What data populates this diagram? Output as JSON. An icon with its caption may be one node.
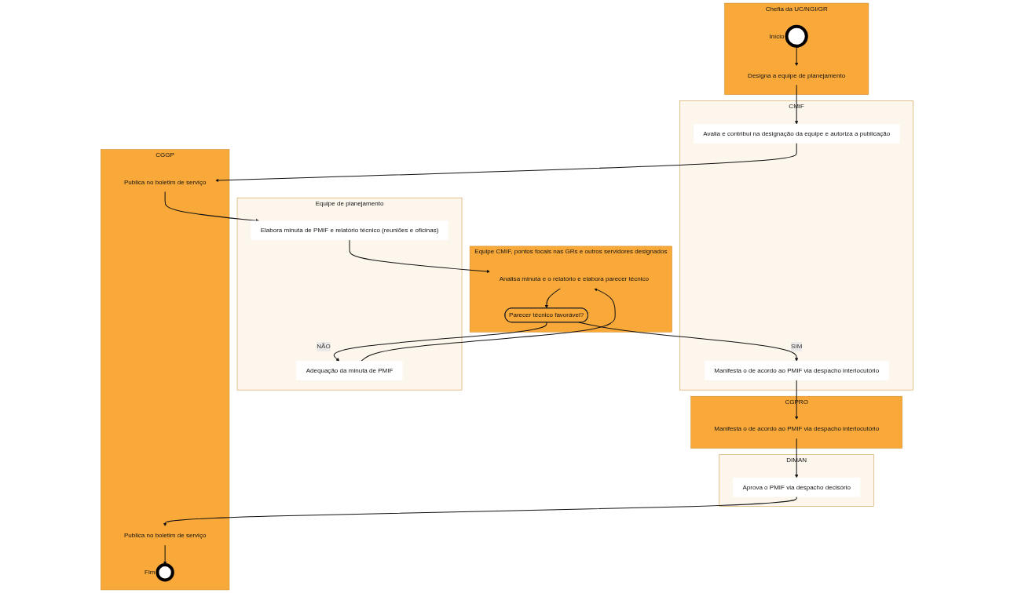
{
  "diagram": {
    "nodes": [
      {
        "text": [
          "Chefia da UC/NGI/GR"
        ]
      },
      {
        "text": [],
        "shape": "circle",
        "beside": [
          "Início"
        ],
        "in": 0
      },
      {
        "text": [
          "Designa a equipe de planejamento"
        ],
        "in": 0
      },
      {
        "text": [
          "Equipe de planejamento"
        ]
      },
      {
        "text": [
          "Elabora minuta de PMIF e relatório técnico (reuniões e oficinas)"
        ],
        "in": 3
      },
      {
        "text": [
          "Adequação da minuta de PMIF"
        ],
        "in": 3
      },
      {
        "text": [
          "Equipe CMIF, pontos focais nas GRs e outros servidores designados"
        ]
      },
      {
        "text": [
          "Analisa minuta e o relatório e elabora parecer técnico"
        ],
        "in": 6
      },
      {
        "text": [
          "Parecer técnico favorável?"
        ],
        "in": 6
      },
      {
        "text": [
          "CMIF"
        ]
      },
      {
        "text": [
          "Avalia e contribui na designação da equipe e autoriza a publicação"
        ],
        "in": 9
      },
      {
        "text": [
          "Manifesta o de acordo ao PMIF via despacho interlocutório"
        ],
        "in": 9
      },
      {
        "text": [
          "CGPRO"
        ]
      },
      {
        "text": [
          "Manifesta o de acordo ao PMIF via despacho interlocutório"
        ],
        "in": 12
      },
      {
        "text": [
          "DIMAN"
        ]
      },
      {
        "text": [
          "Aprova o PMIF via despacho decisório"
        ],
        "in": 14
      },
      {
        "text": [
          "CGGP"
        ]
      },
      {
        "text": [
          "Publica no boletim de serviço"
        ],
        "in": 16
      },
      {
        "text": [
          "Publica no boletim de serviço"
        ],
        "in": 16
      },
      {
        "text": [],
        "shape": "circle",
        "beside": [
          "Fim"
        ],
        "in": 16
      }
    ],
    "edges": [
      {
        "from": 1,
        "to": 2,
        "arrow": "to"
      },
      {
        "from": 2,
        "to": 10,
        "arrow": "to"
      },
      {
        "from": 10,
        "to": 17,
        "arrow": "to"
      },
      {
        "from": 17,
        "to": 4,
        "arrow": "to"
      },
      {
        "from": 4,
        "to": 7,
        "arrow": "to"
      },
      {
        "from": 7,
        "to": 8,
        "arrow": "to"
      },
      {
        "from": 8,
        "to": 5,
        "arrow": "to",
        "label": "NÃO"
      },
      {
        "from": 5,
        "to": 7,
        "arrow": "to"
      },
      {
        "from": 8,
        "to": 11,
        "arrow": "to",
        "label": "SIM"
      },
      {
        "from": 11,
        "to": 13,
        "arrow": "to"
      },
      {
        "from": 13,
        "to": 15,
        "arrow": "to"
      },
      {
        "from": 15,
        "to": 18,
        "arrow": "to"
      },
      {
        "from": 18,
        "to": 19,
        "arrow": "to"
      }
    ]
  }
}
